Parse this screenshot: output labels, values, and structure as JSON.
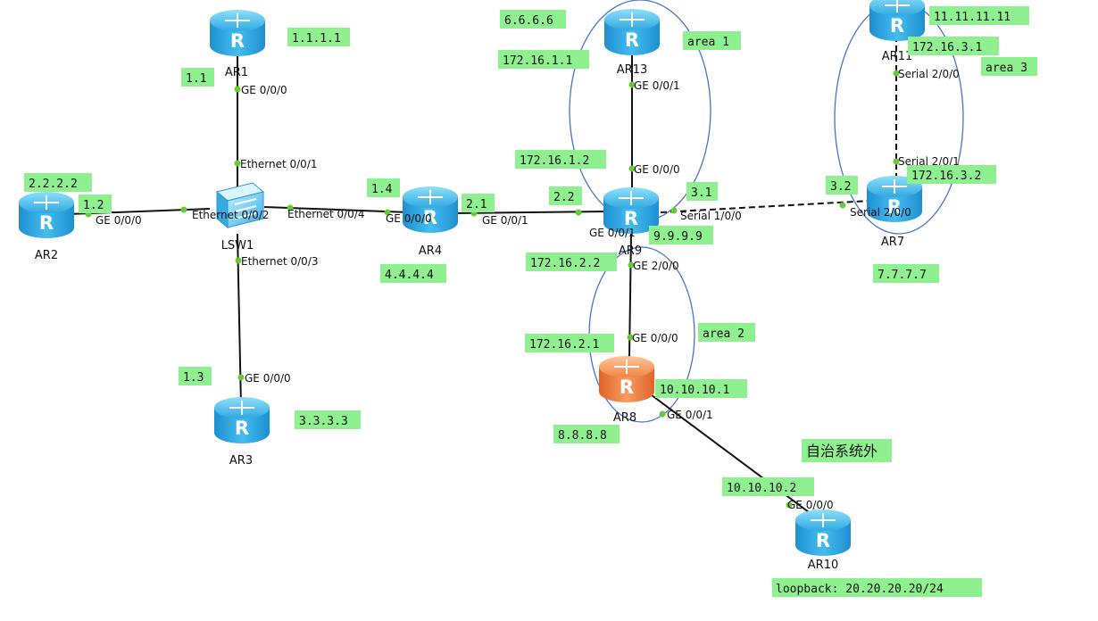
{
  "colors": {
    "link": "#111111",
    "note_bg": "#8ef08e",
    "area_ring": "#4a74c8",
    "port_dot": "#66cc33",
    "router_blue": "#3fb6ea",
    "router_orange": "#f07f3c",
    "switch_blue": "#5cc3f0"
  },
  "devices": {
    "ar1": "AR1",
    "ar2": "AR2",
    "ar3": "AR3",
    "ar4": "AR4",
    "ar7": "AR7",
    "ar8": "AR8",
    "ar9": "AR9",
    "ar10": "AR10",
    "ar11": "AR11",
    "ar13": "AR13",
    "lsw1": "LSW1"
  },
  "ports": {
    "ar1_g000": "GE 0/0/0",
    "lsw1_e001": "Ethernet 0/0/1",
    "ar2_g000": "GE 0/0/0",
    "lsw1_e002": "Ethernet 0/0/2",
    "lsw1_e004": "Ethernet 0/0/4",
    "lsw1_e003": "Ethernet 0/0/3",
    "ar3_g000": "GE 0/0/0",
    "ar4_g000": "GE 0/0/0",
    "ar4_g001": "GE 0/0/1",
    "ar9_g001": "GE 0/0/1",
    "ar9_g000": "GE 0/0/0",
    "ar13_g001": "GE 0/0/1",
    "ar9_s100": "Serial 1/0/0",
    "ar7_s200": "Serial 2/0/0",
    "ar7_s201": "Serial 2/0/1",
    "ar11_s200": "Serial 2/0/0",
    "ar9_g200": "GE 2/0/0",
    "ar8_g000": "GE 0/0/0",
    "ar8_g001": "GE 0/0/1",
    "ar10_g000": "GE 0/0/0"
  },
  "notes": {
    "ar1_loop": "1.1.1.1",
    "ar1_ip": "1.1",
    "ar2_loop": "2.2.2.2",
    "ar2_ip": "1.2",
    "ar3_ip": "1.3",
    "ar3_loop": "3.3.3.3",
    "ar4_ip_lan": "1.4",
    "ar4_ip_wan": "2.1",
    "ar4_loop": "4.4.4.4",
    "ar9_ip_ar4": "2.2",
    "ar13_loop": "6.6.6.6",
    "area1": "area 1",
    "ar13_ip": "172.16.1.1",
    "ar9_ip_area1": "172.16.1.2",
    "ar9_ip_serial": "3.1",
    "ar9_loop": "9.9.9.9",
    "ar7_ip_serial": "3.2",
    "ar11_loop": "11.11.11.11",
    "ar11_ip": "172.16.3.1",
    "area3": "area 3",
    "ar7_ip_area3": "172.16.3.2",
    "ar7_loop": "7.7.7.7",
    "ar9_ip_area2": "172.16.2.2",
    "area2": "area 2",
    "ar8_ip_area2": "172.16.2.1",
    "ar8_ip_ext": "10.10.10.1",
    "ar8_loop": "8.8.8.8",
    "outside_as": "自治系统外",
    "ar10_ip": "10.10.10.2",
    "ar10_loop": "loopback: 20.20.20.20/24"
  }
}
